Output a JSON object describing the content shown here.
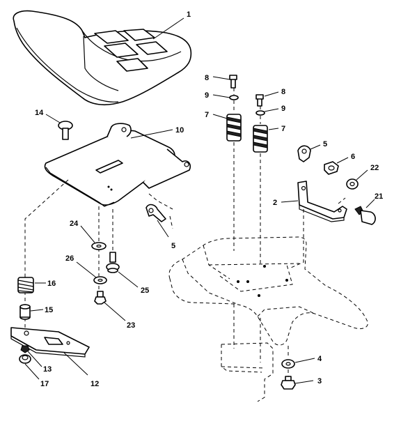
{
  "callouts": {
    "c1": "1",
    "c2": "2",
    "c3": "3",
    "c4": "4",
    "c5a": "5",
    "c5b": "5",
    "c6": "6",
    "c7a": "7",
    "c7b": "7",
    "c8a": "8",
    "c8b": "8",
    "c9a": "9",
    "c9b": "9",
    "c10": "10",
    "c12": "12",
    "c13": "13",
    "c14": "14",
    "c15": "15",
    "c16": "16",
    "c17": "17",
    "c21": "21",
    "c22": "22",
    "c23": "23",
    "c24": "24",
    "c25": "25",
    "c26": "26"
  }
}
